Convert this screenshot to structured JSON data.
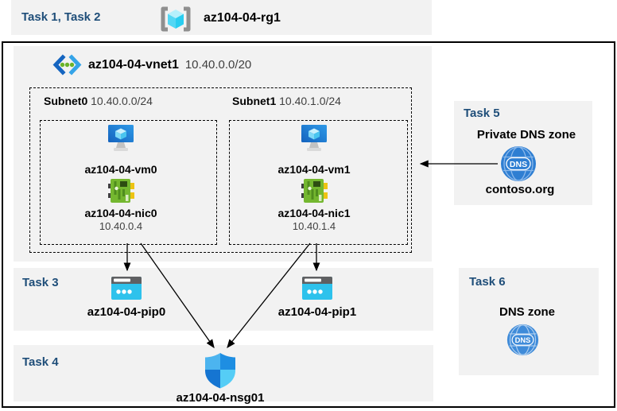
{
  "header": {
    "tasks": "Task 1, Task 2",
    "resource_group": "az104-04-rg1"
  },
  "vnet": {
    "name": "az104-04-vnet1",
    "cidr": "10.40.0.0/20",
    "subnets": [
      {
        "name": "Subnet0",
        "cidr": "10.40.0.0/24",
        "vm": "az104-04-vm0",
        "nic": "az104-04-nic0",
        "ip": "10.40.0.4"
      },
      {
        "name": "Subnet1",
        "cidr": "10.40.1.0/24",
        "vm": "az104-04-vm1",
        "nic": "az104-04-nic1",
        "ip": "10.40.1.4"
      }
    ]
  },
  "task3": {
    "label": "Task 3",
    "pips": [
      "az104-04-pip0",
      "az104-04-pip1"
    ]
  },
  "task4": {
    "label": "Task 4",
    "nsg": "az104-04-nsg01"
  },
  "task5": {
    "label": "Task 5",
    "title": "Private DNS zone",
    "zone": "contoso.org",
    "dns_badge": "DNS"
  },
  "task6": {
    "label": "Task 6",
    "title": "DNS zone",
    "dns_badge": "DNS"
  },
  "colors": {
    "task_label": "#1f4e79",
    "panel_bg": "#f2f2f2",
    "vm_blue": "#1b74cf",
    "nic_green": "#74b72f",
    "pip_cyan": "#2ec2ec",
    "dns_blue": "#2e7ed2",
    "nsg_blue": "#1e8ee2"
  }
}
